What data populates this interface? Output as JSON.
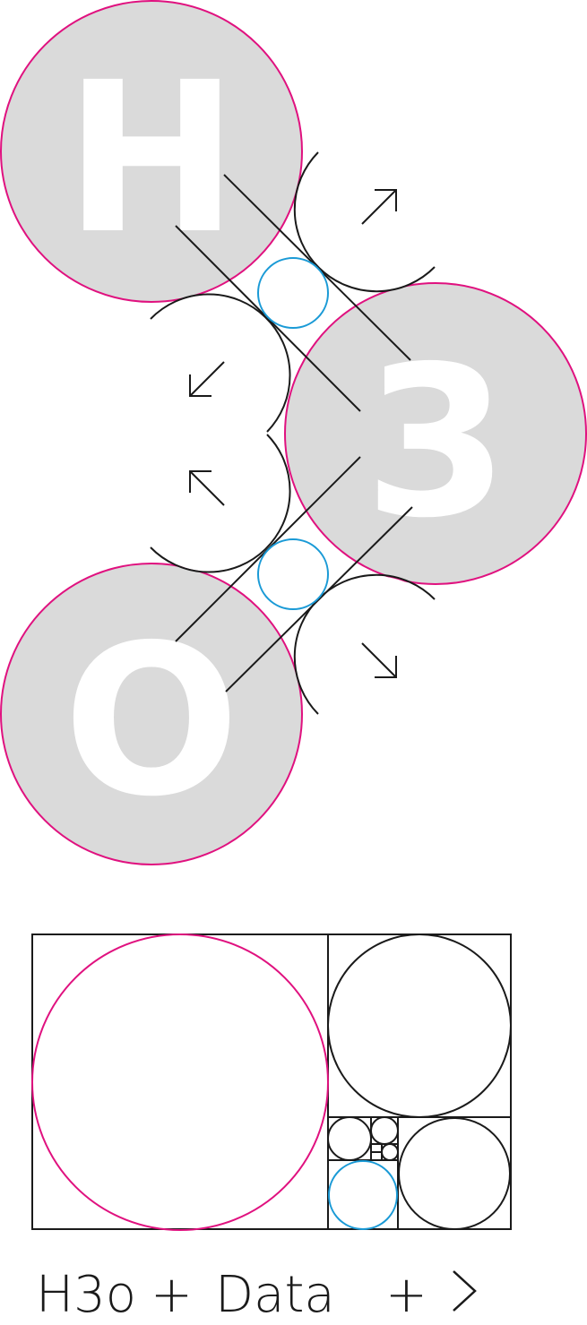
{
  "logo": {
    "atoms": [
      {
        "id": "h",
        "letter": "H"
      },
      {
        "id": "three",
        "letter": "3"
      },
      {
        "id": "o",
        "letter": "O"
      }
    ],
    "colors": {
      "atom_fill": "#dadada",
      "atom_stroke": "#e0117f",
      "line": "#1a1a1a",
      "bond_circle": "#1a9ad6",
      "letter": "#ffffff"
    },
    "arrows": [
      "arrow-northeast-icon",
      "arrow-southwest-icon",
      "arrow-northwest-icon",
      "arrow-southeast-icon"
    ]
  },
  "golden_grid": {
    "colors": {
      "frame": "#1a1a1a",
      "large_circle": "#e0117f",
      "small_highlight_circle": "#1a9ad6"
    }
  },
  "tagline": {
    "word1": "H3o",
    "plus1": "+",
    "word2": "Data",
    "plus2": "+",
    "chevron": "chevron-right-icon"
  }
}
